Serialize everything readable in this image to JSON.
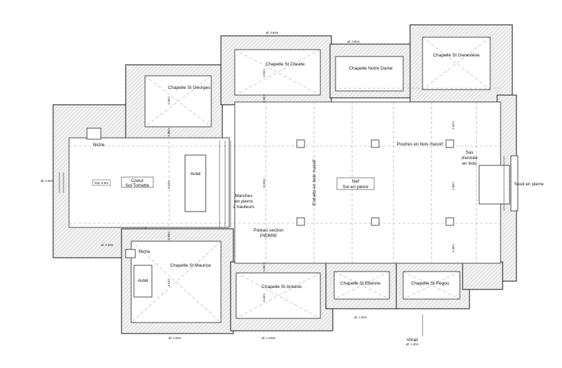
{
  "labels": {
    "chapelle_st_claude": "Chapelle St Claude",
    "chapelle_notre_dame": "Chapelle Notre Dame",
    "chapelle_st_genevieve": "Chapelle St Geneviève",
    "chapelle_st_georges": "Chapelle St Georges",
    "chapelle_st_maurice": "Chapelle St Maurice",
    "chapelle_st_antoine": "Chapelle St Antoine",
    "chapelle_st_etienne": "Chapelle St Etienne",
    "chapelle_st_pegou": "Chapelle St Pegou",
    "niche_top": "Niche",
    "niche_bottom": "Niche",
    "coeur_line1": "Coeur",
    "coeur_line2": "Sol Tomette",
    "coeur_hsp": "hsp: 5.9m",
    "autel_coeur": "Autel",
    "autel_maurice": "Autel",
    "marches_line1": "Marches",
    "marches_line2": "en pierre",
    "marches_line3": "2 hauteurs",
    "entraits": "Entraits en bois massif",
    "nef_line1": "Nef",
    "nef_line2": "Sol en pierre",
    "poutres": "Poutres en bois massif",
    "sas_line1": "Sas",
    "sas_line2": "d'entrée",
    "sas_line3": "en bois",
    "seuil": "Seuil en pierre",
    "poteau_line1": "Poteau section",
    "poteau_line2": "PIERRE",
    "vitrail": "Vitrail"
  },
  "dimensions": {
    "alt_top_left": "all: 0.60m",
    "alt_top_right": "all: 0.90m",
    "alt_left": "all: 2.30m",
    "alt_bottom_left_wall": "all: 2.30m",
    "alt_bottom_1": "all: 1.90m",
    "alt_bottom_2": "all: 1.165m",
    "alt_bottom_3": "all: 1.59m",
    "alt_vitrail": "all: 1.40m",
    "d_claude": "3.00m",
    "d_claude_nave": "3.50m",
    "d_georges": "3.30m",
    "d_georges_coeur": "0.85m",
    "d_coeur": "8.10m",
    "d_coeur_maurice": "0.90m",
    "d_maurice": "5.10m",
    "d_nave_height": "10.60m",
    "d_antoine_gap": "0.60m",
    "d_antoine": "3.40m",
    "d_right_top": "2.60m",
    "d_right_mid": "4.80m",
    "d_right_bottom": "2.50m"
  }
}
